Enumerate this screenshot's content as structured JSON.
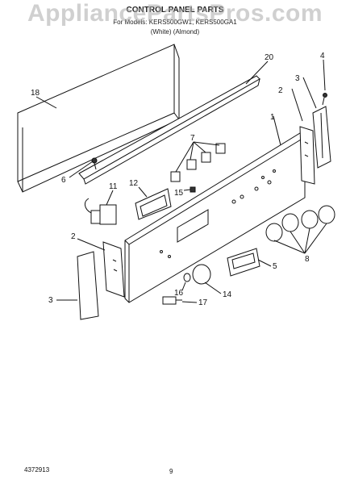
{
  "header": {
    "title": "CONTROL PANEL PARTS",
    "models": "For Models: KERS500GW1, KERS500GA1",
    "colors": "(White) (Almond)"
  },
  "watermark": "AppliancePartsPros.com",
  "callouts": {
    "c2a": "2",
    "c2b": "2",
    "c3a": "3",
    "c3b": "3",
    "c4": "4",
    "c5": "5",
    "c6": "6",
    "c7": "7",
    "c8": "8",
    "c11": "11",
    "c12": "12",
    "c14": "14",
    "c15": "15",
    "c16": "16",
    "c17": "17",
    "c18": "18",
    "c20": "20",
    "c1": "1"
  },
  "footer": {
    "doc_number": "4372913",
    "page": "9"
  }
}
